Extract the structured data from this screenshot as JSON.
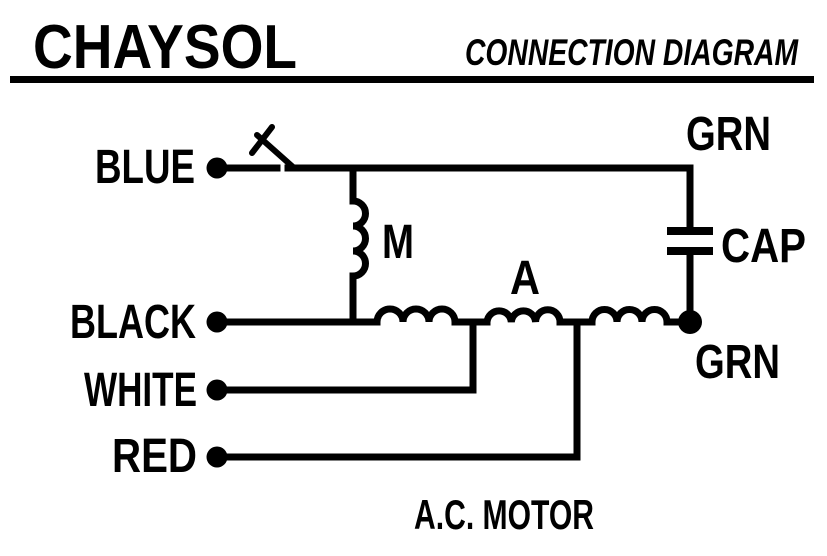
{
  "header": {
    "brand": "CHAYSOL",
    "title": "CONNECTION DIAGRAM"
  },
  "wires": {
    "blue": {
      "label": "BLUE"
    },
    "black": {
      "label": "BLACK"
    },
    "white": {
      "label": "WHITE"
    },
    "red": {
      "label": "RED"
    }
  },
  "components": {
    "main_winding_label": "M",
    "aux_winding_label": "A",
    "capacitor_label": "CAP",
    "ground_top_label": "GRN",
    "ground_bottom_label": "GRN"
  },
  "caption": "A.C. MOTOR",
  "colors": {
    "ink": "#000000",
    "background": "#ffffff"
  }
}
